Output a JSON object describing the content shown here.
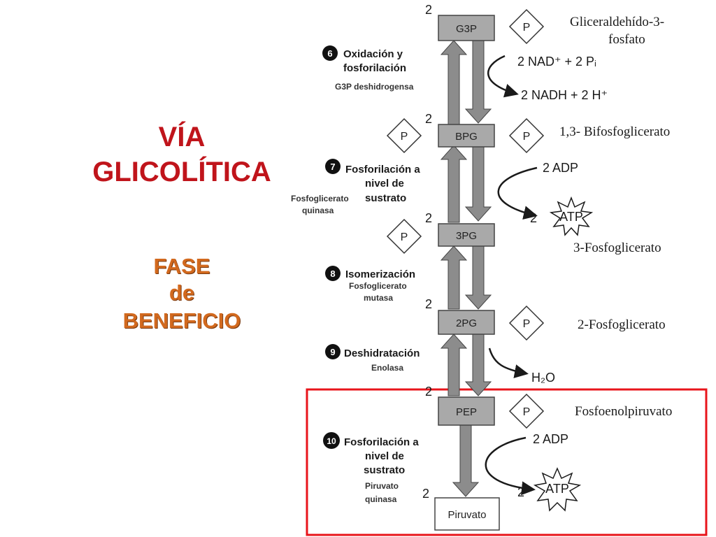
{
  "title": {
    "line1": "VÍA",
    "line2": "GLICOLÍTICA"
  },
  "phase": {
    "line1": "FASE",
    "line2": "de",
    "line3": "BENEFICIO"
  },
  "compounds": [
    {
      "abbr": "G3P",
      "name_line1": "Gliceraldehído-3-",
      "name_line2": "fosfato",
      "count": "2"
    },
    {
      "abbr": "BPG",
      "name": "1,3- Bifosfoglicerato",
      "count": "2"
    },
    {
      "abbr": "3PG",
      "name": "3-Fosfoglicerato",
      "count": "2"
    },
    {
      "abbr": "2PG",
      "name": "2-Fosfoglicerato",
      "count": "2"
    },
    {
      "abbr": "PEP",
      "name": "Fosfoenolpiruvato",
      "count": "2"
    },
    {
      "abbr": "Piruvato",
      "count": "2"
    }
  ],
  "phosphate_label": "P",
  "steps": [
    {
      "number": "6",
      "line1": "Oxidación y",
      "line2": "fosforilación",
      "enzyme_line1": "G3P deshidrogensa"
    },
    {
      "number": "7",
      "line1": "Fosforilación a",
      "line2": "nivel de",
      "line3": "sustrato",
      "enzyme_line1": "Fosfoglicerato",
      "enzyme_line2": "quinasa"
    },
    {
      "number": "8",
      "line1": "Isomerización",
      "enzyme_line1": "Fosfoglicerato",
      "enzyme_line2": "mutasa"
    },
    {
      "number": "9",
      "line1": "Deshidratación",
      "enzyme_line1": "Enolasa"
    },
    {
      "number": "10",
      "line1": "Fosforilación a",
      "line2": "nivel de",
      "line3": "sustrato",
      "enzyme_line1": "Piruvato",
      "enzyme_line2": "quinasa"
    }
  ],
  "side_reactions": {
    "step6_in": "2 NAD⁺ + 2 Pᵢ",
    "step6_out": "2 NADH + 2 H⁺",
    "step7_in": "2 ADP",
    "step7_out_count": "2",
    "step7_out": "ATP",
    "step9_out": "H₂O",
    "step10_in": "2 ADP",
    "step10_out_count": "2",
    "step10_out": "ATP"
  },
  "colors": {
    "title": "#c0141b",
    "phase": "#d2691e",
    "highlight_box": "#e8141b",
    "arrow_fill": "#8c8c8c",
    "box_fill": "#a9a9a9"
  }
}
